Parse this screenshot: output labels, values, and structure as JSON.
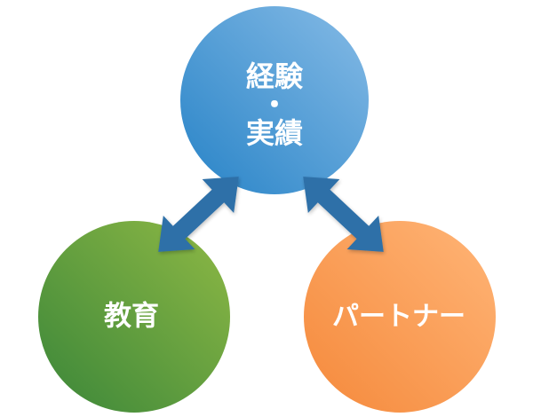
{
  "nodes": {
    "top": {
      "line1": "経験",
      "line2": "・",
      "line3": "実績",
      "color_light": "#7fb3e0",
      "color_dark": "#2e86c8"
    },
    "left": {
      "label": "教育",
      "color_light": "#8bb545",
      "color_dark": "#3d8a3a"
    },
    "right": {
      "label": "パートナー",
      "color_light": "#ffb070",
      "color_dark": "#f58a3c"
    }
  },
  "arrows": {
    "color": "#2e6fa8",
    "connections": [
      "left-top",
      "right-top"
    ],
    "style": "double-headed"
  }
}
